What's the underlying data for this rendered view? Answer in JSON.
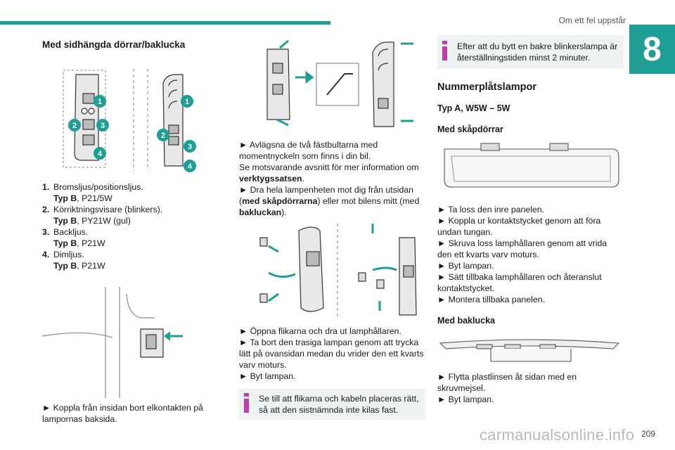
{
  "header": {
    "running_head": "Om ett fel uppstår",
    "chapter": "8",
    "page_number": "209"
  },
  "watermark": "carmanualsonline.info",
  "col1": {
    "heading": "Med sidhängda dörrar/baklucka",
    "callouts": [
      "1",
      "2",
      "3",
      "4"
    ],
    "legend": [
      {
        "num": "1.",
        "name": "Bromsljus/positionsljus.",
        "type_label": "Typ B",
        "bulb": ", P21/5W"
      },
      {
        "num": "2.",
        "name": "Körriktningsvisare (blinkers).",
        "type_label": "Typ B",
        "bulb": ", PY21W (gul)"
      },
      {
        "num": "3.",
        "name": "Backljus.",
        "type_label": "Typ B",
        "bulb": ", P21W"
      },
      {
        "num": "4.",
        "name": "Dimljus.",
        "type_label": "Typ B",
        "bulb": ", P21W"
      }
    ],
    "step_text": "► Koppla från insidan bort elkontakten på lampornas baksida."
  },
  "col2": {
    "step1_a": "► Avlägsna de två fästbultarna med momentnyckeln som finns i din bil.",
    "step1_b": "Se motsvarande avsnitt för mer information om ",
    "step1_bold": "verktygssatsen",
    "step1_c": ".",
    "step2_a": "► Dra hela lampenheten mot dig från utsidan (",
    "step2_bold1": "med skåpdörrarna",
    "step2_b": ") eller mot bilens mitt (med ",
    "step2_bold2": "bakluckan",
    "step2_c": ").",
    "steps3": [
      "► Öppna flikarna och dra ut lamphållaren.",
      "► Ta bort den trasiga lampan genom att trycka lätt på ovansidan medan du vrider den ett kvarts varv moturs.",
      "► Byt lampan."
    ],
    "info": "Se till att flikarna och kabeln placeras rätt, så att den sistnämnda inte kilas fast."
  },
  "col3": {
    "info": "Efter att du bytt en bakre blinkerslampa är återställningstiden minst 2 minuter.",
    "heading": "Nummerplåtslampor",
    "type_heading": "Typ A, W5W – 5W",
    "sub1": "Med skåpdörrar",
    "steps1": [
      "► Ta loss den inre panelen.",
      "► Koppla ur kontaktstycket genom att föra undan tungan.",
      "► Skruva loss lamphållaren genom att vrida den ett kvarts varv moturs.",
      "► Byt lampan.",
      "► Sätt tillbaka lamphållaren och återanslut kontaktstycket.",
      "► Montera tillbaka panelen."
    ],
    "sub2": "Med baklucka",
    "steps2": [
      "► Flytta plastlinsen åt sidan med en skruvmejsel.",
      "► Byt lampan."
    ]
  },
  "colors": {
    "accent": "#1f9e96",
    "info_bg": "#eef2f2",
    "info_icon": "#c33bb0"
  },
  "icons": [
    "info-icon",
    "arrow-icon"
  ]
}
